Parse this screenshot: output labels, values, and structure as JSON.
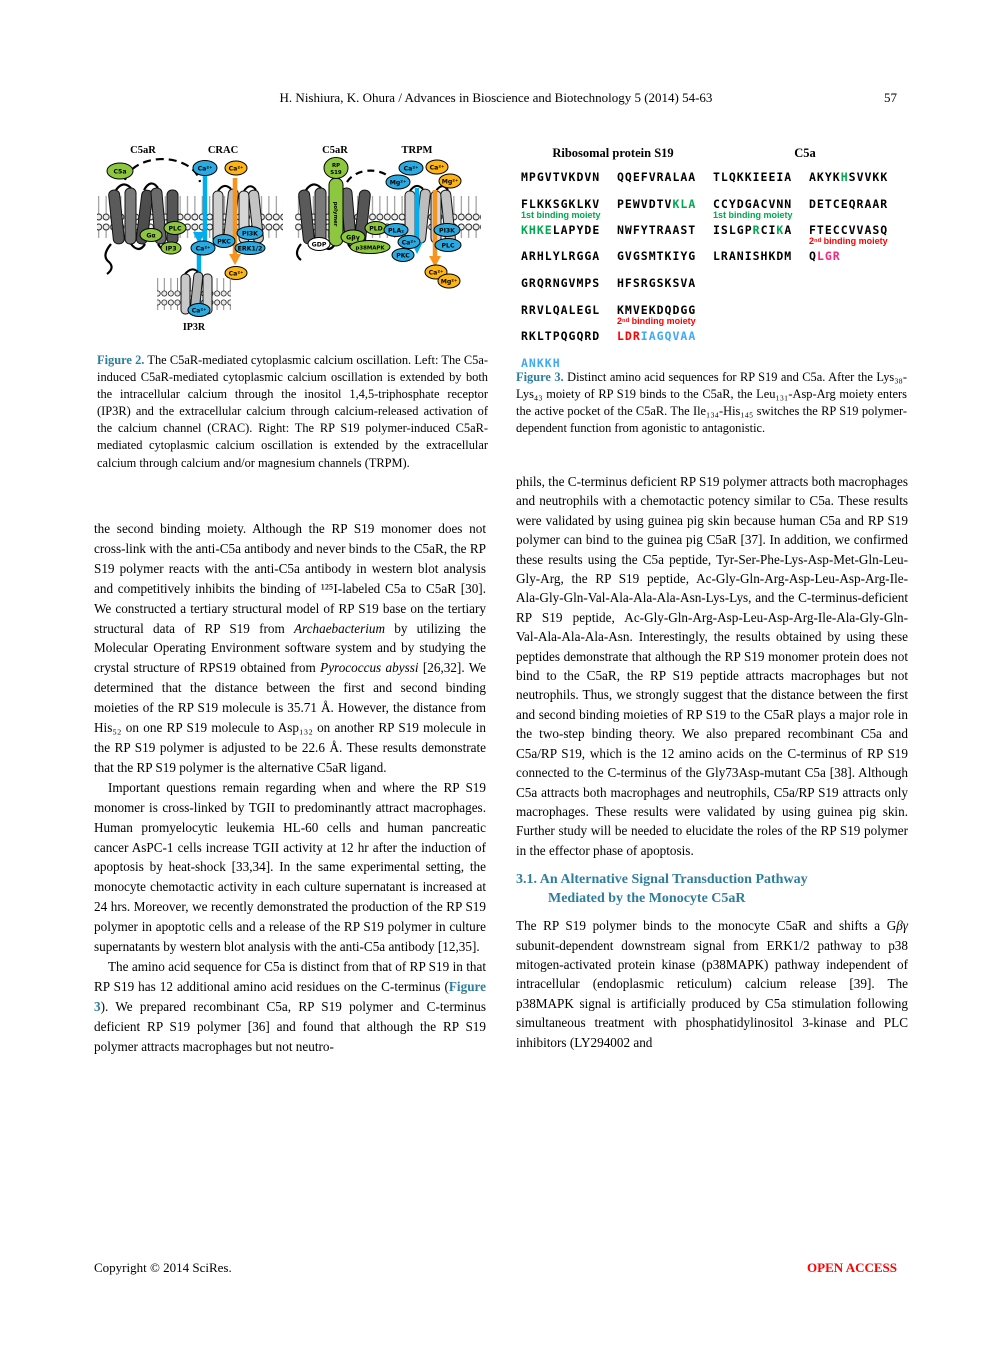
{
  "header": {
    "citation": "H. Nishiura, K. Ohura / Advances in Bioscience and Biotechnology 5 (2014) 54-63",
    "page_number": "57"
  },
  "footer": {
    "copyright": "Copyright © 2014 SciRes.",
    "open_access": "OPEN ACCESS"
  },
  "colors": {
    "accent_teal": "#2E7D9C",
    "seq_green": "#00A651",
    "seq_red": "#FF0000",
    "seq_magenta": "#F5287E",
    "seq_blue": "#3FA9F5",
    "diagram_green": "#8DC63F",
    "diagram_blue": "#29ABE2",
    "diagram_yellow": "#FDB515",
    "arrow_cyan": "#00AEEF",
    "arrow_orange": "#F7941D"
  },
  "figure2": {
    "caption_label": "Figure 2.",
    "caption": "The C5aR-mediated cytoplasmic calcium oscillation. Left: The C5a-induced C5aR-mediated cytoplasmic calcium oscillation is extended by both the intracellular calcium through the inositol 1,4,5-triphosphate receptor (IP3R) and the extracellular calcium through calcium-released activation of the calcium channel (CRAC). Right: The RP S19 polymer-induced C5aR-mediated cytoplasmic calcium oscillation is extended by the extracellular calcium through calcium and/or magnesium channels (TRPM).",
    "left": {
      "receptor": "C5aR",
      "channel": "CRAC",
      "er_channel": "IP3R",
      "ligand": "C5a",
      "galpha": "Gα",
      "plc": "PLC",
      "ip3": "IP3",
      "ca": "Ca²⁺",
      "pkc": "PKC",
      "pi3k": "PI3K",
      "erk": "ERK1/2"
    },
    "right": {
      "receptor": "C5aR",
      "channel": "TRPM",
      "ligand_line1": "RP",
      "ligand_line2": "S19",
      "ligand_body": "polymer",
      "gbg": "Gβγ",
      "pld": "PLD",
      "p38": "p38MAPK",
      "gdp": "GDP",
      "pla2": "PLA₂",
      "pkc": "PKC",
      "pi3k": "PI3K",
      "plc": "PLC",
      "ca": "Ca²⁺",
      "mg": "Mg²⁺"
    }
  },
  "figure3": {
    "header_left": "Ribosomal protein S19",
    "header_right": "C5a",
    "rows": [
      {
        "cells": [
          [
            [
              "MPGVTVKDVN",
              "k"
            ]
          ],
          [
            [
              "QQEFVRALAA",
              "k"
            ]
          ],
          [
            [
              "TLQKKIEEIA",
              "k"
            ]
          ],
          [
            [
              "AKYK",
              "k"
            ],
            [
              "H",
              "g"
            ],
            [
              "SVVKK",
              "k"
            ]
          ]
        ]
      },
      {
        "cells": [
          [
            [
              "FLKKSGKLKV",
              "k"
            ]
          ],
          [
            [
              "PEWVDTV",
              "k"
            ],
            [
              "KLA",
              "g"
            ]
          ],
          [
            [
              "CCYDGACVNN",
              "k"
            ]
          ],
          [
            [
              "DETCEQRAAR",
              "k"
            ]
          ]
        ]
      },
      {
        "labels": [
          {
            "col": 0,
            "text": "1st binding moiety",
            "color": "g"
          },
          {
            "col": 2,
            "text": "1st binding moiety",
            "color": "g"
          }
        ]
      },
      {
        "cells": [
          [
            [
              "KHKE",
              "g"
            ],
            [
              "LAPYDE",
              "k"
            ]
          ],
          [
            [
              "NWFYTRAAST",
              "k"
            ]
          ],
          [
            [
              "ISLGP",
              "k"
            ],
            [
              "R",
              "g"
            ],
            [
              "CI",
              "k"
            ],
            [
              "K",
              "g"
            ],
            [
              "A",
              "k"
            ]
          ],
          [
            [
              "FTECCVVASQ",
              "k"
            ]
          ]
        ]
      },
      {
        "labels": [
          {
            "col": 3,
            "text": "2ⁿᵈ binding moiety",
            "color": "r"
          }
        ]
      },
      {
        "cells": [
          [
            [
              "ARHLYLRGGA",
              "k"
            ]
          ],
          [
            [
              "GVGSMTKIYG",
              "k"
            ]
          ],
          [
            [
              "LRANISHKDM",
              "k"
            ]
          ],
          [
            [
              "Q",
              "k"
            ],
            [
              "LGR",
              "m"
            ]
          ]
        ]
      },
      {
        "cells": [
          [
            [
              "GRQRNGVMPS",
              "k"
            ]
          ],
          [
            [
              "HFSRGSKSVA",
              "k"
            ]
          ],
          [],
          []
        ]
      },
      {
        "cells": [
          [
            [
              "RRVLQALEGL",
              "k"
            ]
          ],
          [
            [
              "KMVEKDQDGG",
              "k"
            ]
          ],
          [],
          []
        ]
      },
      {
        "labels": [
          {
            "col": 1,
            "text": "2ⁿᵈ binding moiety",
            "color": "r"
          }
        ]
      },
      {
        "cells": [
          [
            [
              "RKLTPQGQRD",
              "k"
            ]
          ],
          [
            [
              "LDR",
              "r"
            ],
            [
              "IAGQVAA",
              "b"
            ]
          ],
          [],
          []
        ]
      },
      {
        "cells": [
          [
            [
              "ANKKH",
              "b"
            ]
          ],
          [],
          [],
          []
        ]
      }
    ],
    "caption_label": "Figure 3.",
    "caption": "Distinct amino acid sequences for RP S19 and C5a. After the Lys₃₈-Lys₄₃ moiety of RP S19 binds to the C5aR, the Leu₁₃₁-Asp-Arg moiety enters the active pocket of the C5aR. The Ile₁₃₄-His₁₄₅ switches the RP S19 polymer-dependent function from agonistic to antagonistic."
  },
  "body": {
    "left_paragraphs": [
      "the second binding moiety. Although the RP S19 monomer does not cross-link with the anti-C5a antibody and never binds to the C5aR, the RP S19 polymer reacts with the anti-C5a antibody in western blot analysis and competitively inhibits the binding of ¹²⁵I-labeled C5a to C5aR [30]. We constructed a tertiary structural model of RP S19 base on the tertiary structural data of RP S19 from *Archaebacterium* by utilizing the Molecular Operating Environment software system and by studying the crystal structure of RPS19 obtained from *Pyrococcus abyssi* [26,32]. We determined that the distance between the first and second binding moieties of the RP S19 molecule is 35.71 Å. However, the distance from His₅₂ on one RP S19 molecule to Asp₁₃₂ on another RP S19 molecule in the RP S19 polymer is adjusted to be 22.6 Å. These results demonstrate that the RP S19 polymer is the alternative C5aR ligand.",
      "Important questions remain regarding when and where the RP S19 monomer is cross-linked by TGII to predominantly attract macrophages. Human promyelocytic leukemia HL-60 cells and human pancreatic cancer AsPC-1 cells increase TGII activity at 12 hr after the induction of apoptosis by heat-shock [33,34]. In the same experimental setting, the monocyte chemotactic activity in each culture supernatant is increased at 24 hrs. Moreover, we recently demonstrated the production of the RP S19 polymer in apoptotic cells and a release of the RP S19 polymer in culture supernatants by western blot analysis with the anti-C5a antibody [12,35].",
      "The amino acid sequence for C5a is distinct from that of RP S19 in that RP S19 has 12 additional amino acid residues on the C-terminus ([[Figure 3]]). We prepared recombinant C5a, RP S19 polymer and C-terminus deficient RP S19 polymer [36] and found that although the RP S19 polymer attracts macrophages but not neutro-"
    ],
    "right_paragraphs": [
      "phils, the C-terminus deficient RP S19 polymer attracts both macrophages and neutrophils with a chemotactic potency similar to C5a. These results were validated by using guinea pig skin because human C5a and RP S19 polymer can bind to the guinea pig C5aR [37]. In addition, we confirmed these results using the C5a peptide, Tyr-Ser-Phe-Lys-Asp-Met-Gln-Leu-Gly-Arg, the RP S19 peptide, Ac-Gly-Gln-Arg-Asp-Leu-Asp-Arg-Ile-Ala-Gly-Gln-Val-Ala-Ala-Ala-Asn-Lys-Lys, and the C-terminus-deficient RP S19 peptide, Ac-Gly-Gln-Arg-Asp-Leu-Asp-Arg-Ile-Ala-Gly-Gln-Val-Ala-Ala-Ala-Asn. Interestingly, the results obtained by using these peptides demonstrate that although the RP S19 monomer protein does not bind to the C5aR, the RP S19 peptide attracts macrophages but not neutrophils. Thus, we strongly suggest that the distance between the first and second binding moieties of RP S19 to the C5aR plays a major role in the two-step binding theory. We also prepared recombinant C5a and C5a/RP S19, which is the 12 amino acids on the C-terminus of RP S19 connected to the C-terminus of the Gly73Asp-mutant C5a [38]. Although C5a attracts both macrophages and neutrophils, C5a/RP S19 attracts only macrophages. These results were validated by using guinea pig skin. Further study will be needed to elucidate the roles of the RP S19 polymer in the effector phase of apoptosis."
    ],
    "section_heading": {
      "line1": "3.1. An Alternative Signal Transduction Pathway",
      "line2": "Mediated by the Monocyte C5aR"
    },
    "right_paragraphs2": [
      "The RP S19 polymer binds to the monocyte C5aR and shifts a G*βγ* subunit-dependent downstream signal from ERK1/2 pathway to p38 mitogen-activated protein kinase (p38MAPK) pathway independent of intracellular (endoplasmic reticulum) calcium release [39]. The p38MAPK signal is artificially produced by C5a stimulation following simultaneous treatment with phosphatidylinositol 3-kinase and PLC inhibitors (LY294002 and"
    ]
  }
}
